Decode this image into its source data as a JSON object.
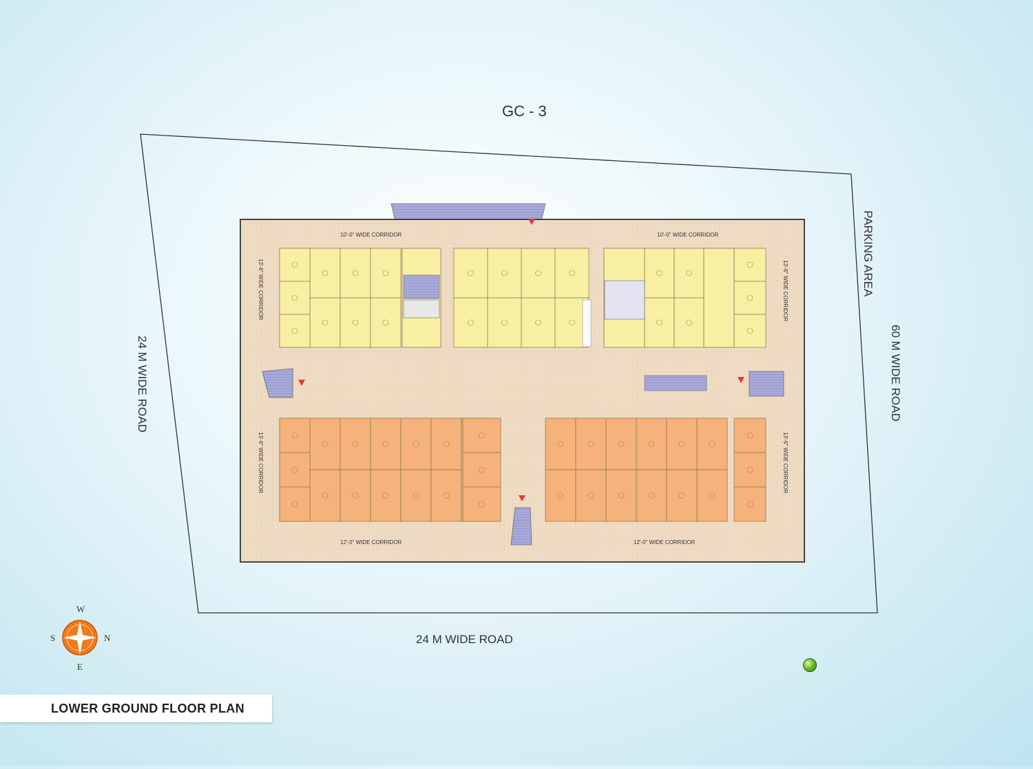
{
  "plan_title": "LOWER GROUND  FLOOR PLAN",
  "building_name": "GC - 3",
  "roads": {
    "left": "24 M WIDE ROAD",
    "bottom": "24 M WIDE ROAD",
    "right": "60 M WIDE ROAD",
    "parking": "PARKING AREA"
  },
  "corridors": {
    "top_left": "10'-0\" WIDE CORRIDOR",
    "top_right": "10'-0\" WIDE CORRIDOR",
    "bottom_left": "12'-0\" WIDE CORRIDOR",
    "bottom_right": "12'-0\" WIDE CORRIDOR",
    "side_left_top": "13'-6\" WIDE CORRIDOR",
    "side_left_bottom": "13'-6\" WIDE CORRIDOR",
    "side_right_top": "13'-6\" WIDE CORRIDOR",
    "side_right_bottom": "13'-6\" WIDE CORRIDOR"
  },
  "compass": {
    "top": "W",
    "left": "S",
    "right": "N",
    "bottom": "E"
  },
  "colors": {
    "upper_shops": "#f7f0a3",
    "lower_shops": "#f5b27a",
    "floor": "#efdcc4",
    "stairs": "#a8a8d8",
    "entry": "#e53935",
    "compass": "#f07a1c"
  }
}
